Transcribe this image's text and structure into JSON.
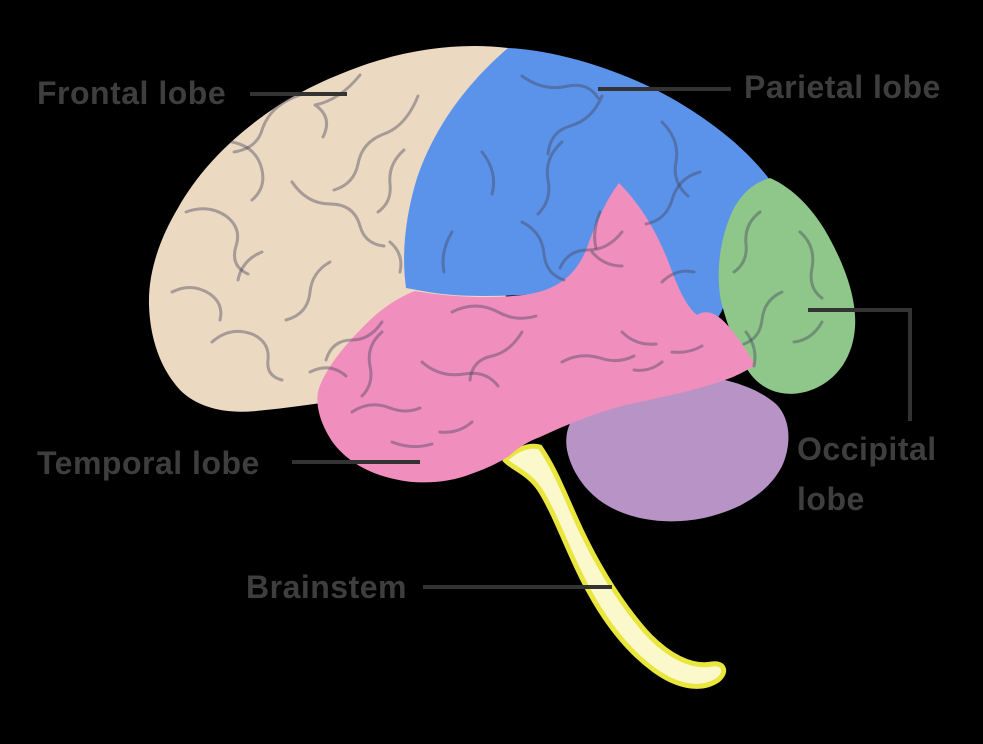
{
  "figure": {
    "type": "anatomical-diagram",
    "subject": "Human brain, lateral view, lobes color-coded"
  },
  "style": {
    "background": "#000000",
    "label_color": "#3e3e3e",
    "line_color": "#333333",
    "sulcus_color": "rgba(70,70,90,0.42)"
  },
  "labels": {
    "frontal": "Frontal lobe",
    "parietal": "Parietal lobe",
    "occipital": {
      "line1": "Occipital",
      "line2": "lobe"
    },
    "temporal": "Temporal lobe",
    "brainstem": "Brainstem"
  },
  "regions": {
    "frontal": {
      "color": "#ecd9c2"
    },
    "parietal": {
      "color": "#5c93ea"
    },
    "occipital": {
      "color": "#8fc78b"
    },
    "temporal": {
      "color": "#f08fbd"
    },
    "cerebellum": {
      "color": "#b893c5"
    },
    "brainstem": {
      "color": "#fbf8cb",
      "border": "#e9e63e"
    }
  }
}
